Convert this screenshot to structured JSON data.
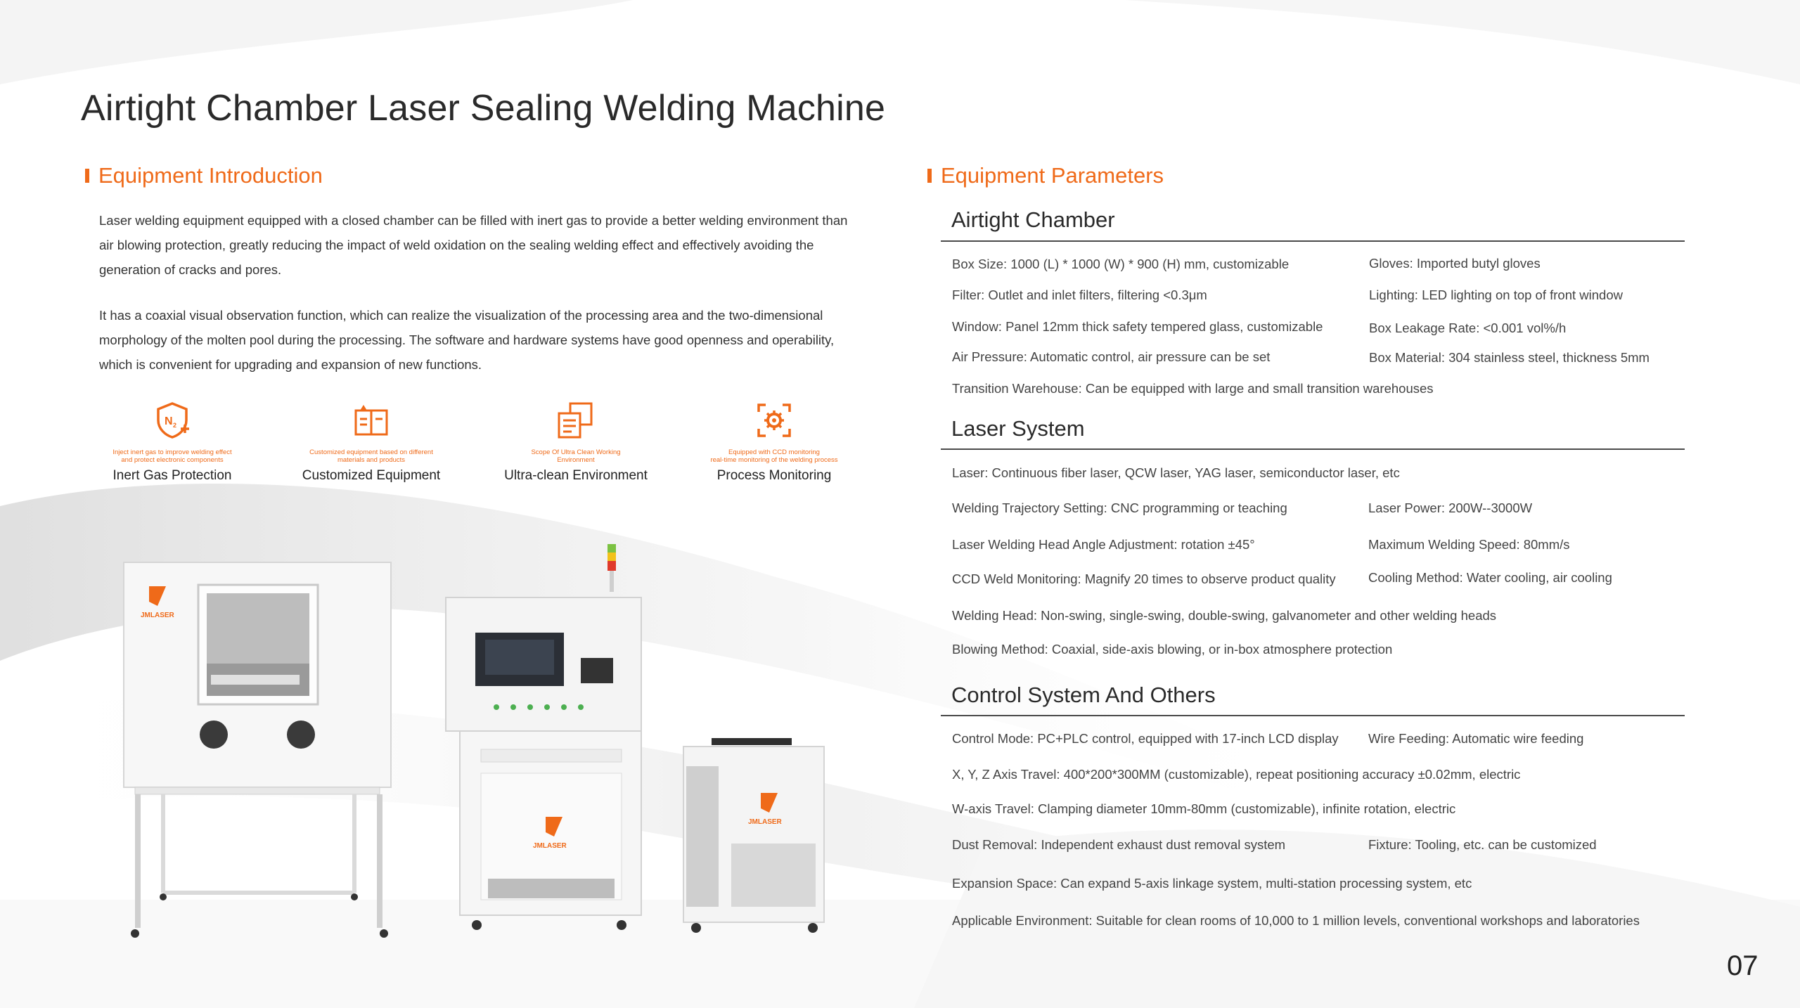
{
  "page": {
    "title": "Airtight Chamber Laser Sealing Welding Machine",
    "page_number": "07"
  },
  "intro": {
    "heading": "Equipment Introduction",
    "paragraphs": [
      [
        "Laser welding equipment equipped with a closed chamber can be filled with inert gas to provide a better welding environment than",
        "air blowing protection, greatly reducing the impact of weld oxidation on the sealing welding effect and effectively avoiding the",
        "generation of cracks and pores."
      ],
      [
        "It has a coaxial visual observation function, which can realize the visualization of the processing area and the two-dimensional",
        "morphology of the molten pool during the processing. The software and hardware systems have good openness and operability,",
        "which is convenient for upgrading and expansion of new functions."
      ]
    ]
  },
  "features": [
    {
      "icon": "n2-shield-icon",
      "desc": [
        "Inject inert gas to improve welding effect",
        "and protect electronic components"
      ],
      "label": "Inert Gas Protection"
    },
    {
      "icon": "customized-equipment-icon",
      "desc": [
        "Customized equipment based on different",
        "materials and products"
      ],
      "label": "Customized Equipment"
    },
    {
      "icon": "clean-environment-icon",
      "desc": [
        "Scope Of Ultra Clean Working",
        "Environment"
      ],
      "label": "Ultra-clean Environment"
    },
    {
      "icon": "monitoring-gear-icon",
      "desc": [
        "Equipped with CCD monitoring",
        "real-time monitoring of the welding process"
      ],
      "label": "Process Monitoring"
    }
  ],
  "machines": {
    "brand": "JMLASER"
  },
  "params": {
    "heading": "Equipment Parameters",
    "airtight": {
      "title": "Airtight Chamber",
      "items": [
        "Box Size: 1000 (L) * 1000 (W) * 900 (H) mm, customizable",
        "Gloves: Imported butyl gloves",
        "Filter: Outlet and inlet filters, filtering <0.3μm",
        "Lighting: LED lighting on top of front window",
        "Window: Panel 12mm thick safety tempered glass, customizable",
        "Box Leakage Rate: <0.001 vol%/h",
        "Air Pressure: Automatic control, air pressure can be set",
        "Box Material: 304 stainless steel, thickness 5mm",
        "Transition Warehouse: Can be equipped with large and small transition warehouses"
      ]
    },
    "laser": {
      "title": "Laser System",
      "items": [
        "Laser: Continuous fiber laser, QCW laser, YAG laser, semiconductor laser, etc",
        "Welding Trajectory Setting: CNC programming or teaching",
        "Laser Power: 200W--3000W",
        "Laser Welding Head Angle Adjustment: rotation ±45°",
        "Maximum Welding Speed: 80mm/s",
        "CCD Weld Monitoring: Magnify 20 times to observe product quality",
        "Cooling Method: Water cooling, air cooling",
        "Welding Head: Non-swing, single-swing, double-swing, galvanometer and other welding heads",
        "Blowing Method: Coaxial, side-axis blowing, or in-box atmosphere protection"
      ]
    },
    "control": {
      "title": "Control System And Others",
      "items": [
        "Control Mode: PC+PLC control, equipped with 17-inch LCD display",
        "Wire Feeding: Automatic wire feeding",
        "X, Y, Z Axis Travel: 400*200*300MM (customizable), repeat positioning accuracy ±0.02mm, electric",
        "W-axis Travel: Clamping diameter 10mm-80mm (customizable), infinite rotation, electric",
        "Dust Removal: Independent exhaust dust removal system",
        "Fixture: Tooling, etc. can be customized",
        "Expansion Space: Can expand 5-axis linkage system, multi-station processing system, etc",
        "Applicable Environment: Suitable for clean rooms of 10,000 to 1 million levels, conventional workshops and laboratories"
      ]
    }
  },
  "colors": {
    "accent": "#ef6a19",
    "text": "#333333",
    "rule": "#4a4a4a"
  }
}
